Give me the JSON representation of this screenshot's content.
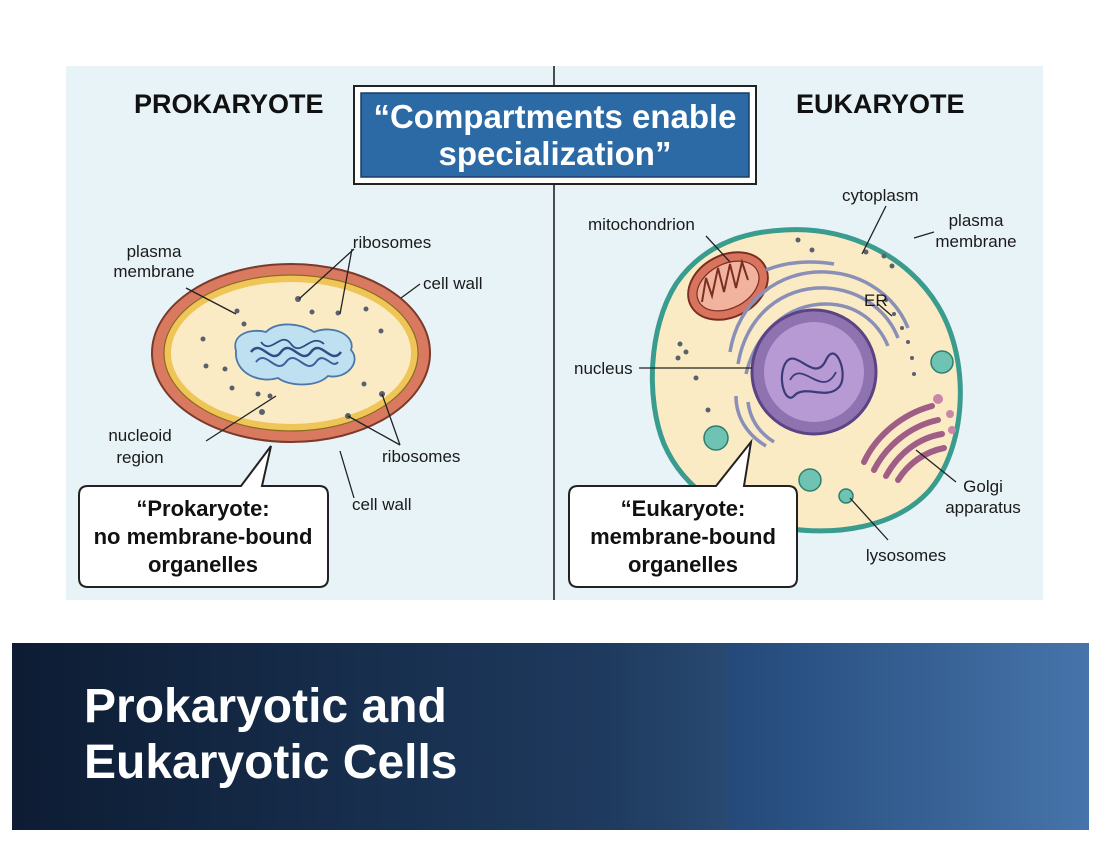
{
  "figure": {
    "banner_line1": "“Compartments enable",
    "banner_line2": "specialization”",
    "prokaryote": {
      "heading": "PROKARYOTE",
      "labels": {
        "plasma_membrane_1": "plasma",
        "plasma_membrane_2": "membrane",
        "ribosomes_top": "ribosomes",
        "cell_wall_top": "cell wall",
        "nucleoid_1": "nucleoid",
        "nucleoid_2": "region",
        "ribosomes_bottom": "ribosomes",
        "cell_wall_bottom": "cell wall"
      },
      "callout_line1": "“Prokaryote:",
      "callout_line2": "no membrane-bound",
      "callout_line3": "organelles"
    },
    "eukaryote": {
      "heading": "EUKARYOTE",
      "labels": {
        "cytoplasm": "cytoplasm",
        "plasma_membrane_1": "plasma",
        "plasma_membrane_2": "membrane",
        "mitochondrion": "mitochondrion",
        "er": "ER",
        "nucleus": "nucleus",
        "golgi_1": "Golgi",
        "golgi_2": "apparatus",
        "lysosomes": "lysosomes"
      },
      "callout_line1": "“Eukaryote:",
      "callout_line2": "membrane-bound",
      "callout_line3": "organelles"
    },
    "colors": {
      "background": "#e8f3f8",
      "banner": "#2c6aa6",
      "cell_wall": "#d97a60",
      "membrane_yellow": "#f0c558",
      "cytoplasm": "#fbebc4",
      "nucleoid": "#bfe0f0",
      "eukaryote_membrane": "#3a9c8e",
      "nucleus": "#a888c4",
      "mitochondrion": "#d8735e",
      "golgi": "#c986a8",
      "lysosome": "#6fc3b2"
    }
  },
  "slide": {
    "title_line1": "Prokaryotic and",
    "title_line2": "Eukaryotic Cells"
  }
}
